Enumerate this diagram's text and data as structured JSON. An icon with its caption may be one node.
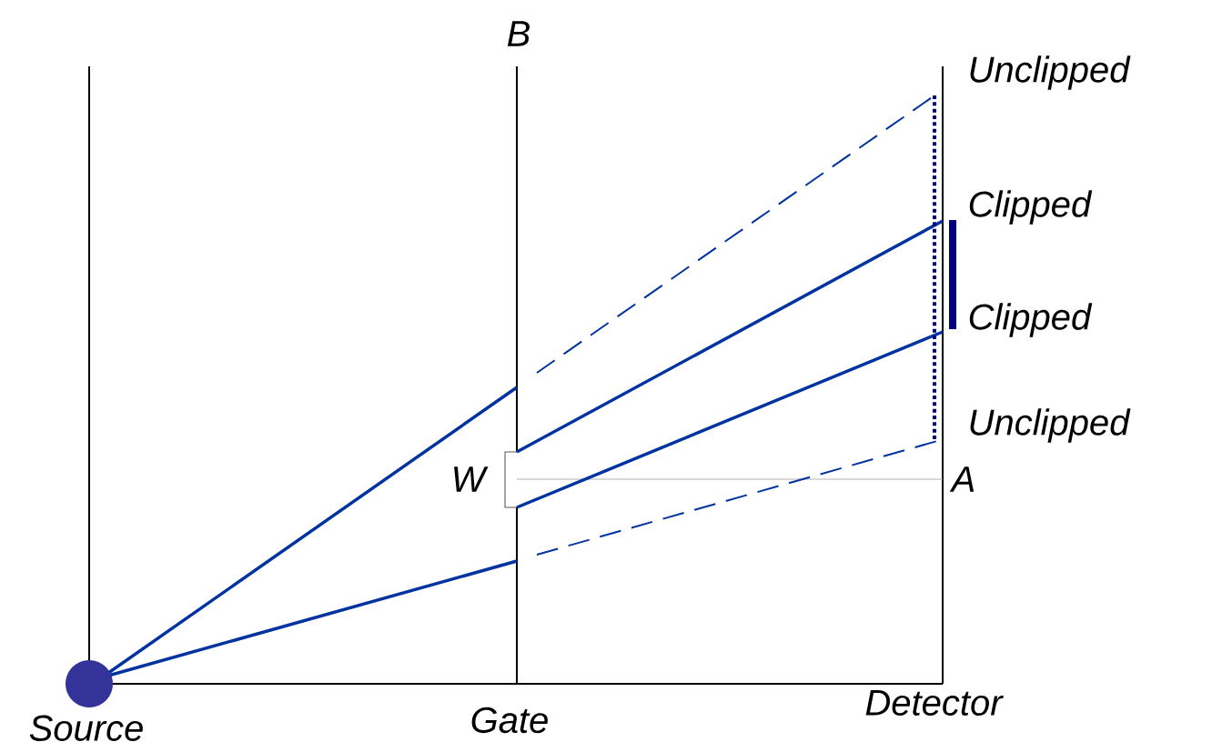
{
  "diagram": {
    "nodes": [
      {
        "text": [],
        "shape": "circle",
        "beside": [
          "Source"
        ]
      }
    ],
    "labels": [
      "B",
      "Unclipped",
      "Clipped",
      "Clipped",
      "Unclipped",
      "W",
      "A",
      "Gate",
      "Detector"
    ]
  }
}
